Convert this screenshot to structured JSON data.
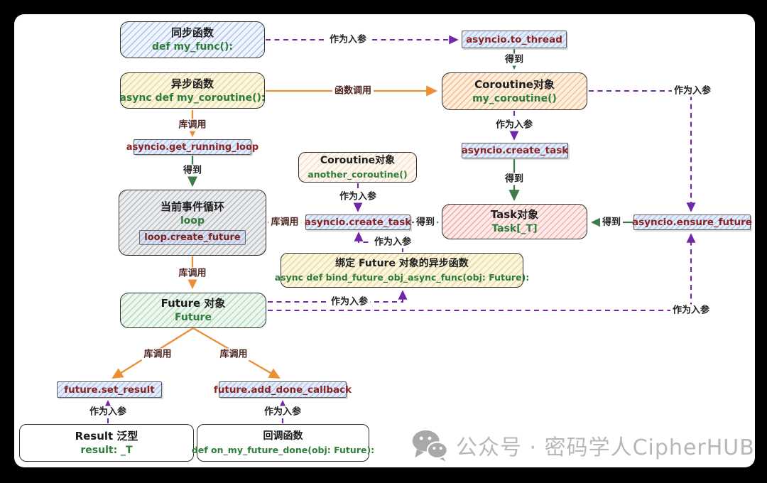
{
  "diagram": {
    "nodes": {
      "sync_func": {
        "title": "同步函数",
        "code": "def my_func():"
      },
      "async_func": {
        "title": "异步函数",
        "code": "async def my_coroutine():"
      },
      "coroutine_obj": {
        "title": "Coroutine对象",
        "code": "my_coroutine()"
      },
      "another_coroutine": {
        "title": "Coroutine对象",
        "code": "another_coroutine()"
      },
      "event_loop": {
        "title": "当前事件循环",
        "code": "loop",
        "member": "loop.create_future"
      },
      "task_obj": {
        "title": "Task对象",
        "code": "Task[_T]"
      },
      "bind_future_func": {
        "title": "绑定 Future 对象的异步函数",
        "code": "async def bind_future_obj_async_func(obj: Future):"
      },
      "future_obj": {
        "title": "Future 对象",
        "code": "Future"
      },
      "result_generic": {
        "title": "Result 泛型",
        "code": "result: _T"
      },
      "callback_func": {
        "title": "回调函数",
        "code": "def on_my_future_done(obj: Future):"
      },
      "to_thread": {
        "code": "asyncio.to_thread"
      },
      "get_running_loop": {
        "code": "asyncio.get_running_loop"
      },
      "create_task_right": {
        "code": "asyncio.create_task"
      },
      "create_task_mid": {
        "code": "asyncio.create_task"
      },
      "ensure_future": {
        "code": "asyncio.ensure_future"
      },
      "set_result": {
        "code": "future.set_result"
      },
      "add_done_callback": {
        "code": "future.add_done_callback"
      }
    },
    "labels": {
      "as_param": "作为入参",
      "get": "得到",
      "lib_call": "库调用",
      "func_call": "函数调用"
    },
    "colors": {
      "orange_arrow": "#ec8e33",
      "green_arrow": "#3d7c47",
      "purple_arrow": "#7127a8",
      "code_text": "#8b2323",
      "green_code_text": "#2f7d3a"
    }
  },
  "watermark": {
    "text": "公众号 · 密码学人CipherHUB"
  }
}
